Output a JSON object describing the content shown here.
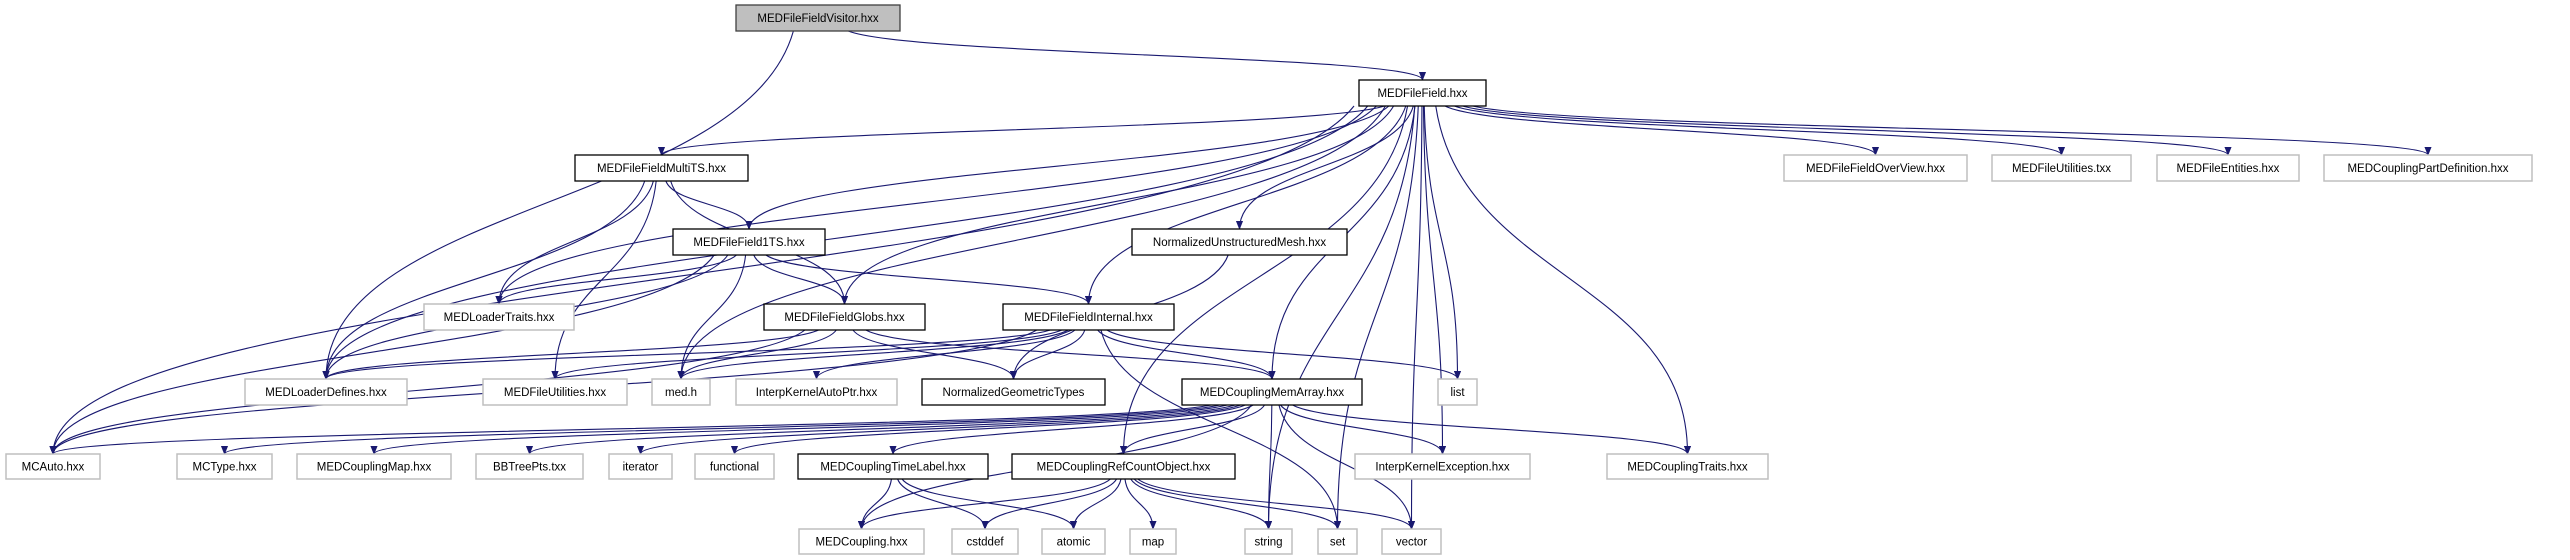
{
  "colors": {
    "edge": "#191970",
    "current_fill": "#bfbfbf",
    "current_border": "#404040",
    "documented_border": "#000000",
    "external_border": "#bfbfbf",
    "node_fill": "#ffffff"
  },
  "nodes": [
    {
      "id": "visitor",
      "label": "MEDFileFieldVisitor.hxx",
      "kind": "current"
    },
    {
      "id": "field",
      "label": "MEDFileField.hxx",
      "kind": "documented"
    },
    {
      "id": "multits",
      "label": "MEDFileFieldMultiTS.hxx",
      "kind": "documented"
    },
    {
      "id": "f1ts",
      "label": "MEDFileField1TS.hxx",
      "kind": "documented"
    },
    {
      "id": "num",
      "label": "NormalizedUnstructuredMesh.hxx",
      "kind": "documented"
    },
    {
      "id": "ldtraits",
      "label": "MEDLoaderTraits.hxx",
      "kind": "external"
    },
    {
      "id": "globs",
      "label": "MEDFileFieldGlobs.hxx",
      "kind": "documented"
    },
    {
      "id": "internal",
      "label": "MEDFileFieldInternal.hxx",
      "kind": "documented"
    },
    {
      "id": "lddefines",
      "label": "MEDLoaderDefines.hxx",
      "kind": "external"
    },
    {
      "id": "futilh",
      "label": "MEDFileUtilities.hxx",
      "kind": "external"
    },
    {
      "id": "medh",
      "label": "med.h",
      "kind": "external"
    },
    {
      "id": "ikautoptr",
      "label": "InterpKernelAutoPtr.hxx",
      "kind": "external"
    },
    {
      "id": "ngt",
      "label": "NormalizedGeometricTypes",
      "kind": "documented"
    },
    {
      "id": "memarray",
      "label": "MEDCouplingMemArray.hxx",
      "kind": "documented"
    },
    {
      "id": "list",
      "label": "list",
      "kind": "external"
    },
    {
      "id": "mcauto",
      "label": "MCAuto.hxx",
      "kind": "external"
    },
    {
      "id": "mctype",
      "label": "MCType.hxx",
      "kind": "external"
    },
    {
      "id": "mcmap",
      "label": "MEDCouplingMap.hxx",
      "kind": "external"
    },
    {
      "id": "bbtree",
      "label": "BBTreePts.txx",
      "kind": "external"
    },
    {
      "id": "iterator",
      "label": "iterator",
      "kind": "external"
    },
    {
      "id": "functional",
      "label": "functional",
      "kind": "external"
    },
    {
      "id": "timelabel",
      "label": "MEDCouplingTimeLabel.hxx",
      "kind": "documented"
    },
    {
      "id": "refcount",
      "label": "MEDCouplingRefCountObject.hxx",
      "kind": "documented"
    },
    {
      "id": "ikexc",
      "label": "InterpKernelException.hxx",
      "kind": "external"
    },
    {
      "id": "mctraits",
      "label": "MEDCouplingTraits.hxx",
      "kind": "external"
    },
    {
      "id": "medcoupling",
      "label": "MEDCoupling.hxx",
      "kind": "external"
    },
    {
      "id": "cstddef",
      "label": "cstddef",
      "kind": "external"
    },
    {
      "id": "atomic",
      "label": "atomic",
      "kind": "external"
    },
    {
      "id": "map",
      "label": "map",
      "kind": "external"
    },
    {
      "id": "string",
      "label": "string",
      "kind": "external"
    },
    {
      "id": "set",
      "label": "set",
      "kind": "external"
    },
    {
      "id": "vector",
      "label": "vector",
      "kind": "external"
    },
    {
      "id": "overview",
      "label": "MEDFileFieldOverView.hxx",
      "kind": "external"
    },
    {
      "id": "futiltxx",
      "label": "MEDFileUtilities.txx",
      "kind": "external"
    },
    {
      "id": "entities",
      "label": "MEDFileEntities.hxx",
      "kind": "external"
    },
    {
      "id": "partdef",
      "label": "MEDCouplingPartDefinition.hxx",
      "kind": "external"
    }
  ],
  "edges": [
    [
      "visitor",
      "field"
    ],
    [
      "visitor",
      "lddefines"
    ],
    [
      "field",
      "multits"
    ],
    [
      "field",
      "f1ts"
    ],
    [
      "field",
      "globs"
    ],
    [
      "field",
      "internal"
    ],
    [
      "field",
      "num"
    ],
    [
      "field",
      "ldtraits"
    ],
    [
      "field",
      "lddefines"
    ],
    [
      "field",
      "medh"
    ],
    [
      "field",
      "mcauto"
    ],
    [
      "field",
      "memarray"
    ],
    [
      "field",
      "list"
    ],
    [
      "field",
      "ikexc"
    ],
    [
      "field",
      "refcount"
    ],
    [
      "field",
      "mctraits"
    ],
    [
      "field",
      "string"
    ],
    [
      "field",
      "set"
    ],
    [
      "field",
      "vector"
    ],
    [
      "field",
      "overview"
    ],
    [
      "field",
      "futiltxx"
    ],
    [
      "field",
      "entities"
    ],
    [
      "field",
      "partdef"
    ],
    [
      "multits",
      "f1ts"
    ],
    [
      "multits",
      "globs"
    ],
    [
      "multits",
      "ldtraits"
    ],
    [
      "multits",
      "lddefines"
    ],
    [
      "multits",
      "futilh"
    ],
    [
      "f1ts",
      "globs"
    ],
    [
      "f1ts",
      "internal"
    ],
    [
      "f1ts",
      "ldtraits"
    ],
    [
      "f1ts",
      "lddefines"
    ],
    [
      "f1ts",
      "medh"
    ],
    [
      "f1ts",
      "mcauto"
    ],
    [
      "globs",
      "lddefines"
    ],
    [
      "globs",
      "medh"
    ],
    [
      "globs",
      "ngt"
    ],
    [
      "globs",
      "memarray"
    ],
    [
      "globs",
      "mcauto"
    ],
    [
      "internal",
      "lddefines"
    ],
    [
      "internal",
      "futilh"
    ],
    [
      "internal",
      "medh"
    ],
    [
      "internal",
      "ikautoptr"
    ],
    [
      "internal",
      "ngt"
    ],
    [
      "internal",
      "list"
    ],
    [
      "internal",
      "mcauto"
    ],
    [
      "internal",
      "set"
    ],
    [
      "internal",
      "memarray"
    ],
    [
      "num",
      "ngt"
    ],
    [
      "memarray",
      "mcauto"
    ],
    [
      "memarray",
      "mctype"
    ],
    [
      "memarray",
      "mcmap"
    ],
    [
      "memarray",
      "bbtree"
    ],
    [
      "memarray",
      "iterator"
    ],
    [
      "memarray",
      "functional"
    ],
    [
      "memarray",
      "timelabel"
    ],
    [
      "memarray",
      "refcount"
    ],
    [
      "memarray",
      "ikexc"
    ],
    [
      "memarray",
      "mctraits"
    ],
    [
      "memarray",
      "string"
    ],
    [
      "memarray",
      "vector"
    ],
    [
      "memarray",
      "medcoupling"
    ],
    [
      "timelabel",
      "medcoupling"
    ],
    [
      "timelabel",
      "cstddef"
    ],
    [
      "timelabel",
      "atomic"
    ],
    [
      "refcount",
      "medcoupling"
    ],
    [
      "refcount",
      "cstddef"
    ],
    [
      "refcount",
      "atomic"
    ],
    [
      "refcount",
      "map"
    ],
    [
      "refcount",
      "string"
    ],
    [
      "refcount",
      "set"
    ],
    [
      "refcount",
      "vector"
    ]
  ]
}
